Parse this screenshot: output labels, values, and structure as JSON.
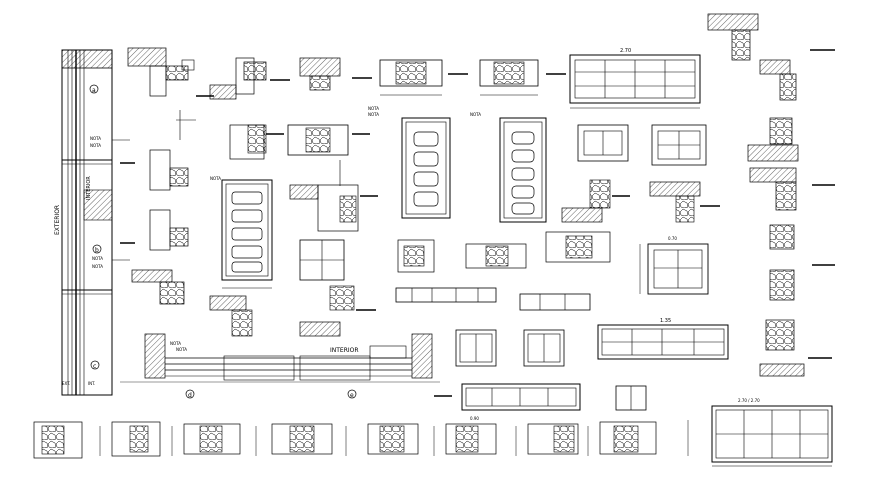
{
  "sheet": {
    "colors": {
      "ink": "#000000",
      "paper": "#ffffff",
      "hatch": "#000000"
    }
  },
  "labels": {
    "exterior": "EXTERIOR",
    "interior_vertical": "INTERIOR",
    "interior": "INTERIOR",
    "nota": "NOTA",
    "marker_a": "a",
    "marker_b": "b",
    "marker_c": "c",
    "marker_d": "d",
    "marker_e": "e",
    "ext": "EXT.",
    "int": "INT."
  },
  "dimensions": {
    "d1": "1.35",
    "d2": "2.70",
    "d3": "0.70",
    "d4": "0.90",
    "d5": "2.70 / 2.70"
  }
}
